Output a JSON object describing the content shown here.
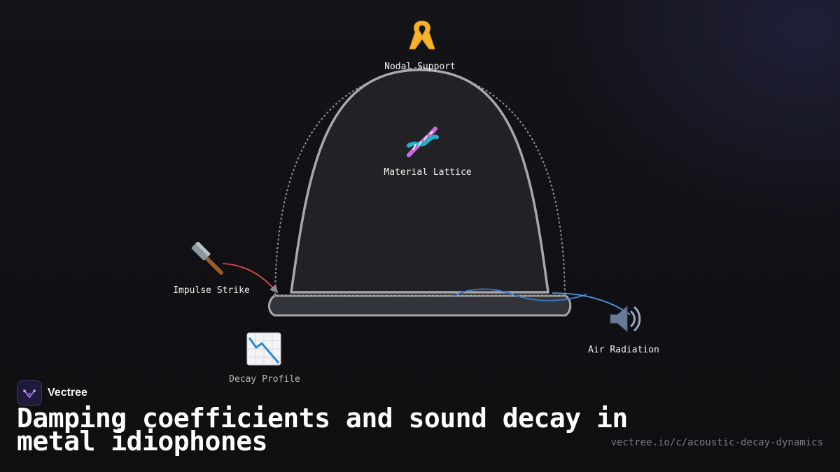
{
  "nodes": {
    "nodal_support": {
      "label": "Nodal Support",
      "icon": "ribbon-icon"
    },
    "material_lattice": {
      "label": "Material Lattice",
      "icon": "dna-icon"
    },
    "impulse_strike": {
      "label": "Impulse Strike",
      "icon": "hammer-icon"
    },
    "air_radiation": {
      "label": "Air Radiation",
      "icon": "speaker-icon"
    },
    "decay_profile": {
      "label": "Decay Profile",
      "icon": "chart-decreasing-icon"
    }
  },
  "brand": {
    "name": "Vectree"
  },
  "title": "Damping coefficients and sound decay in metal idiophones",
  "url": "vectree.io/c/acoustic-decay-dynamics",
  "colors": {
    "bell_fill": "#222226",
    "bell_stroke": "#a8a8ac",
    "strike_arrow": "#e04848",
    "radiation_arrow": "#4a9ae8"
  }
}
